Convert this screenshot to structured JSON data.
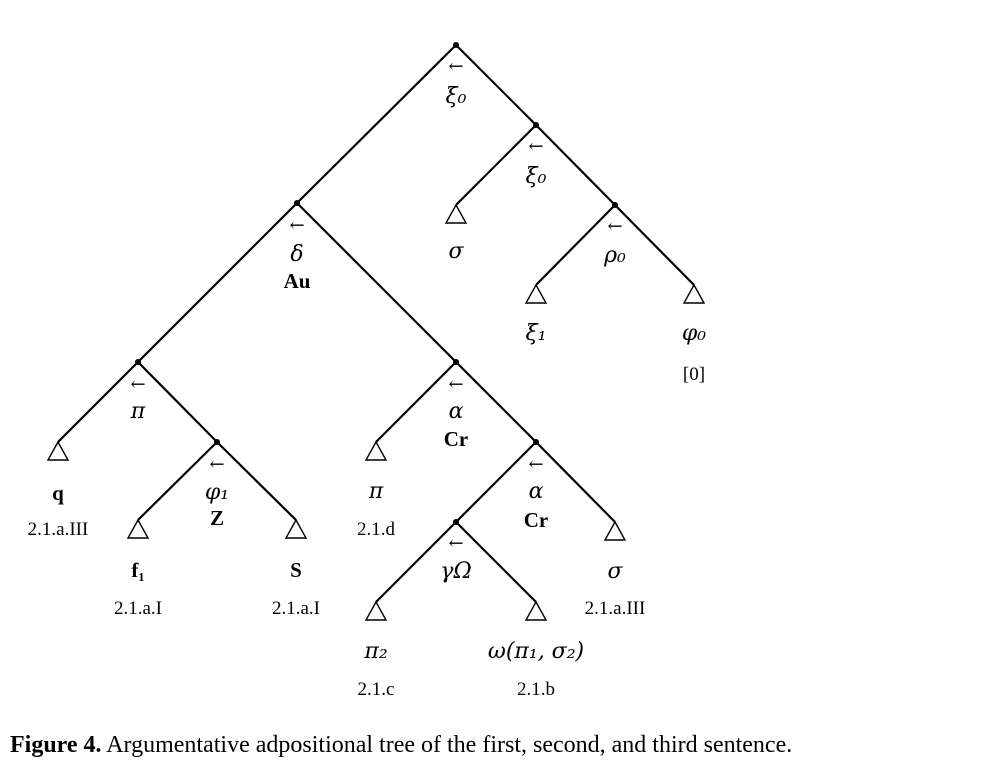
{
  "arrow": "←",
  "nodes": {
    "root": {
      "label": "ξ₀"
    },
    "right": {
      "label": "ξ₀"
    },
    "delta": {
      "label": "δ",
      "tag": "Au"
    },
    "rho": {
      "label": "ρ₀"
    },
    "pi": {
      "label": "π"
    },
    "alpha": {
      "label": "α",
      "tag": "Cr"
    },
    "phi1": {
      "label": "φ₁",
      "tag": "Z"
    },
    "alpha2": {
      "label": "α",
      "tag": "Cr"
    },
    "gamma": {
      "label": "γΩ"
    }
  },
  "leaves": {
    "sigma_top": {
      "label": "σ"
    },
    "xi1": {
      "label": "ξ₁"
    },
    "phi0": {
      "label": "φ₀",
      "ref": "[0]"
    },
    "q": {
      "label": "q",
      "ref": "2.1.a.III"
    },
    "pi_leaf": {
      "label": "π",
      "ref": "2.1.d"
    },
    "f1": {
      "label": "f₁",
      "ref": "2.1.a.I"
    },
    "S": {
      "label": "S",
      "ref": "2.1.a.I"
    },
    "sigma": {
      "label": "σ",
      "ref": "2.1.a.III"
    },
    "pi2": {
      "label": "π₂",
      "ref": "2.1.c"
    },
    "omega": {
      "label": "ω(π₁, σ₂)",
      "ref": "2.1.b"
    }
  },
  "caption": {
    "label": "Figure 4.",
    "text": " Argumentative adpositional tree of the first, second, and third sentence."
  }
}
